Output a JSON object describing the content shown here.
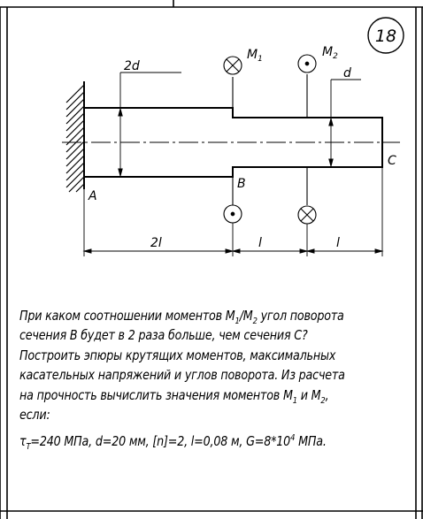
{
  "problem_number": "18",
  "drawing": {
    "labels": {
      "moment_1": "M",
      "moment_1_sub": "1",
      "moment_2": "M",
      "moment_2_sub": "2",
      "section_A": "A",
      "section_B": "B",
      "section_C": "C",
      "diameter_large": "2d",
      "diameter_small": "d",
      "length_1": "2l",
      "length_2": "l",
      "length_3": "l"
    }
  },
  "problem": {
    "line1_a": "При каком соотношении моментов М",
    "line1_sub1": "1",
    "line1_b": "/М",
    "line1_sub2": "2",
    "line1_c": " угол поворота",
    "line2": "сечения В будет в 2 раза больше, чем сечения С?",
    "line3": "Построить эпюры крутящих моментов, максимальных",
    "line4": "касательных напряжений и углов поворота. Из расчета",
    "line5_a": "на прочность вычислить значения моментов М",
    "line5_sub1": "1",
    "line5_b": " и М",
    "line5_sub2": "2",
    "line5_c": ",",
    "line6": "если:",
    "formula_tau": "τ",
    "formula_tau_sub": "Т",
    "formula_a": "=240 МПа, d=20 мм, [n]=2, l=0,08 м, G=8*10",
    "formula_exp": "4",
    "formula_b": " МПа."
  }
}
